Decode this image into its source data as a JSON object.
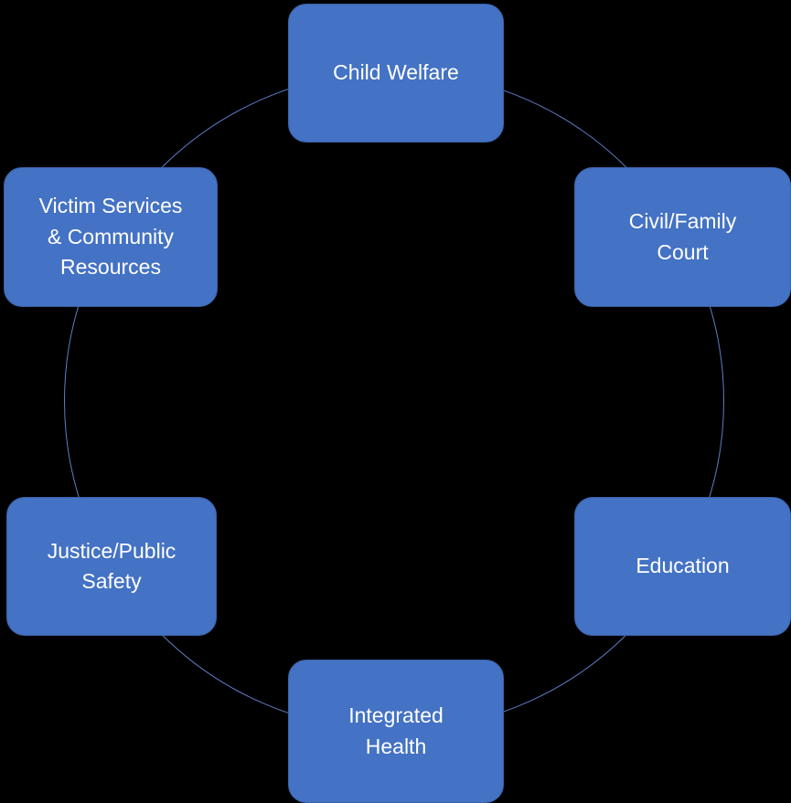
{
  "diagram": {
    "type": "cycle",
    "background_color": "#000000",
    "circle_color": "#5b7fc7",
    "node_fill_color": "#4472c4",
    "node_text_color": "#ffffff",
    "nodes": [
      {
        "id": "child-welfare",
        "label": "Child Welfare"
      },
      {
        "id": "civil-family-court",
        "label": "Civil/Family\nCourt"
      },
      {
        "id": "education",
        "label": "Education"
      },
      {
        "id": "integrated-health",
        "label": "Integrated\nHealth"
      },
      {
        "id": "justice-public-safety",
        "label": "Justice/Public\nSafety"
      },
      {
        "id": "victim-services-community-resources",
        "label": "Victim Services\n& Community\nResources"
      }
    ]
  }
}
